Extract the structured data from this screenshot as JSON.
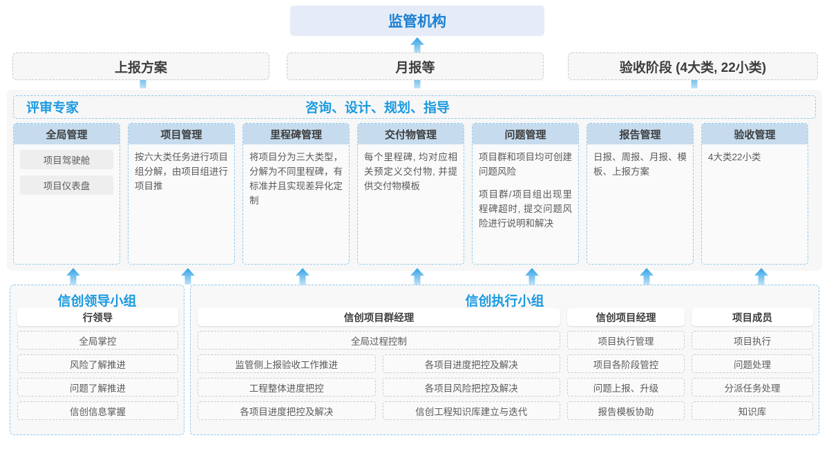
{
  "top": {
    "authority": "监管机构",
    "reports": [
      {
        "name": "report-plan",
        "label": "上报方案"
      },
      {
        "name": "report-monthly",
        "label": "月报等"
      },
      {
        "name": "report-acceptance",
        "label": "验收阶段 (4大类, 22小类)"
      }
    ]
  },
  "mid": {
    "title_left": "评审专家",
    "title_right": "咨询、设计、规划、指导",
    "columns": [
      {
        "header": "全局管理",
        "paras": [],
        "chips": [
          "项目驾驶舱",
          "项目仪表盘"
        ]
      },
      {
        "header": "项目管理",
        "paras": [
          "按六大类任务进行项目组分解，由项目组进行项目推"
        ],
        "chips": []
      },
      {
        "header": "里程碑管理",
        "paras": [
          "将项目分为三大类型，分解为不同里程碑，有标准并且实现差异化定制"
        ],
        "chips": []
      },
      {
        "header": "交付物管理",
        "paras": [
          "每个里程碑, 均对应相关预定义交付物, 并提供交付物模板"
        ],
        "chips": []
      },
      {
        "header": "问题管理",
        "paras": [
          "项目群和项目均可创建问题风险",
          "项目群/项目组出现里程碑超时, 提交问题风险进行说明和解决"
        ],
        "chips": []
      },
      {
        "header": "报告管理",
        "paras": [
          "日报、周报、月报、模板、上报方案"
        ],
        "chips": []
      },
      {
        "header": "验收管理",
        "paras": [
          "4大类22小类"
        ],
        "chips": []
      }
    ]
  },
  "bottom": {
    "lead_group": {
      "title": "信创领导小组",
      "role": "行领导",
      "tasks": [
        "全局掌控",
        "风险了解推进",
        "问题了解推进",
        "信创信息掌握"
      ]
    },
    "exec_group": {
      "title": "信创执行小组",
      "program_manager": {
        "role": "信创项目群经理",
        "wide_task": "全局过程控制",
        "left_tasks": [
          "监管侧上报验收工作推进",
          "工程整体进度把控",
          "各项目进度把控及解决"
        ],
        "right_tasks": [
          "各项目进度把控及解决",
          "各项目风险把控及解决",
          "信创工程知识库建立与迭代"
        ]
      },
      "project_manager": {
        "role": "信创项目经理",
        "tasks": [
          "项目执行管理",
          "项目各阶段管控",
          "问题上报、升级",
          "报告模板协助"
        ]
      },
      "member": {
        "role": "项目成员",
        "tasks": [
          "项目执行",
          "问题处理",
          "分派任务处理",
          "知识库"
        ]
      }
    }
  },
  "colors": {
    "accent_blue": "#1a9ae0",
    "header_blue": "#c6dcee",
    "top_box_blue": "#e5ecf7",
    "arrow_blue": "#3aabe8"
  }
}
